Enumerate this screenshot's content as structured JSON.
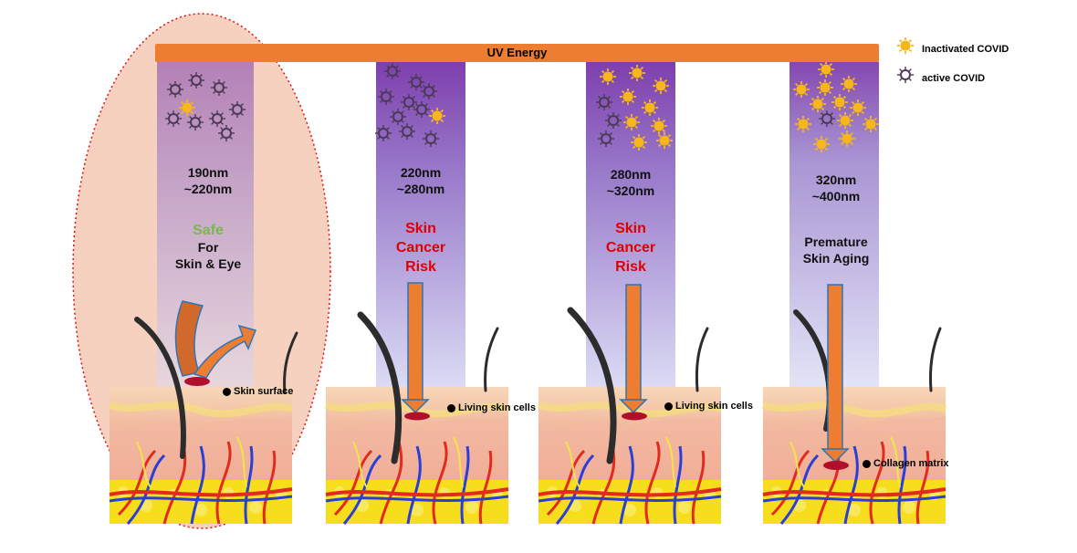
{
  "header": {
    "uv_energy_label": "UV Energy"
  },
  "legend": {
    "inactivated_label": "Inactivated COVID",
    "active_label": "active COVID",
    "inactivated_color": "#F7B718",
    "active_color": "#4A3A55"
  },
  "columns": [
    {
      "range_line1": "190nm",
      "range_line2": "~220nm",
      "effect_highlight": "Safe",
      "effect_line1": "For",
      "effect_line2": "Skin & Eye",
      "callout": "Skin surface"
    },
    {
      "range_line1": "220nm",
      "range_line2": "~280nm",
      "risk_line1": "Skin",
      "risk_line2": "Cancer",
      "risk_line3": "Risk",
      "callout": "Living skin cells"
    },
    {
      "range_line1": "280nm",
      "range_line2": "~320nm",
      "risk_line1": "Skin",
      "risk_line2": "Cancer",
      "risk_line3": "Risk",
      "callout": "Living skin cells"
    },
    {
      "range_line1": "320nm",
      "range_line2": "~400nm",
      "effect_line1": "Premature",
      "effect_line2": "Skin Aging",
      "callout": "Collagen matrix"
    }
  ],
  "colors": {
    "uv_bar": "#ED7D31",
    "arrow": "#ED7D31",
    "risk_text": "#E00000",
    "safe_text": "#7AB648",
    "safe_zone": "#F4C9B5",
    "band_top": "#8A4CB0",
    "band_bottom": "#D8DAF4"
  }
}
